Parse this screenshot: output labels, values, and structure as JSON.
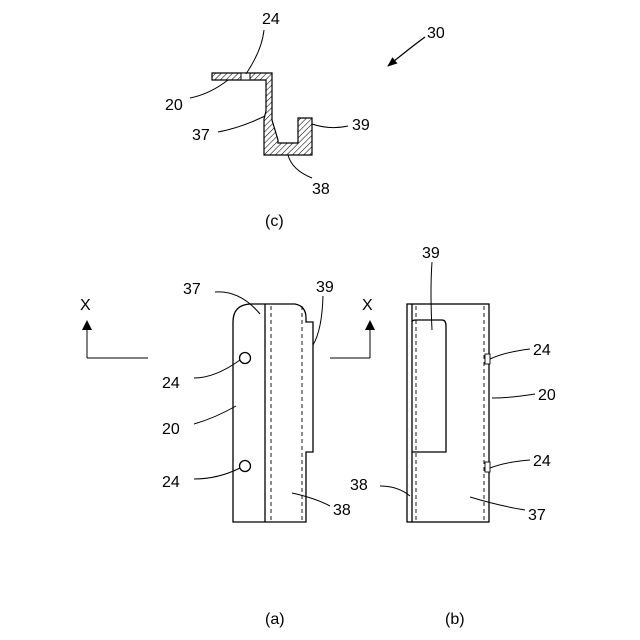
{
  "views": {
    "c": {
      "caption": "(c)",
      "ref_labels": {
        "r30": "30",
        "r24": "24",
        "r20": "20",
        "r37": "37",
        "r39": "39",
        "r38": "38"
      }
    },
    "a": {
      "caption": "(a)",
      "axis_label": "X",
      "ref_labels": {
        "r37": "37",
        "r39": "39",
        "r24_top": "24",
        "r20": "20",
        "r24_bottom": "24",
        "r38": "38"
      }
    },
    "b": {
      "caption": "(b)",
      "axis_label": "X",
      "ref_labels": {
        "r39": "39",
        "r24_top": "24",
        "r20": "20",
        "r24_bottom": "24",
        "r38": "38",
        "r37": "37"
      }
    }
  }
}
